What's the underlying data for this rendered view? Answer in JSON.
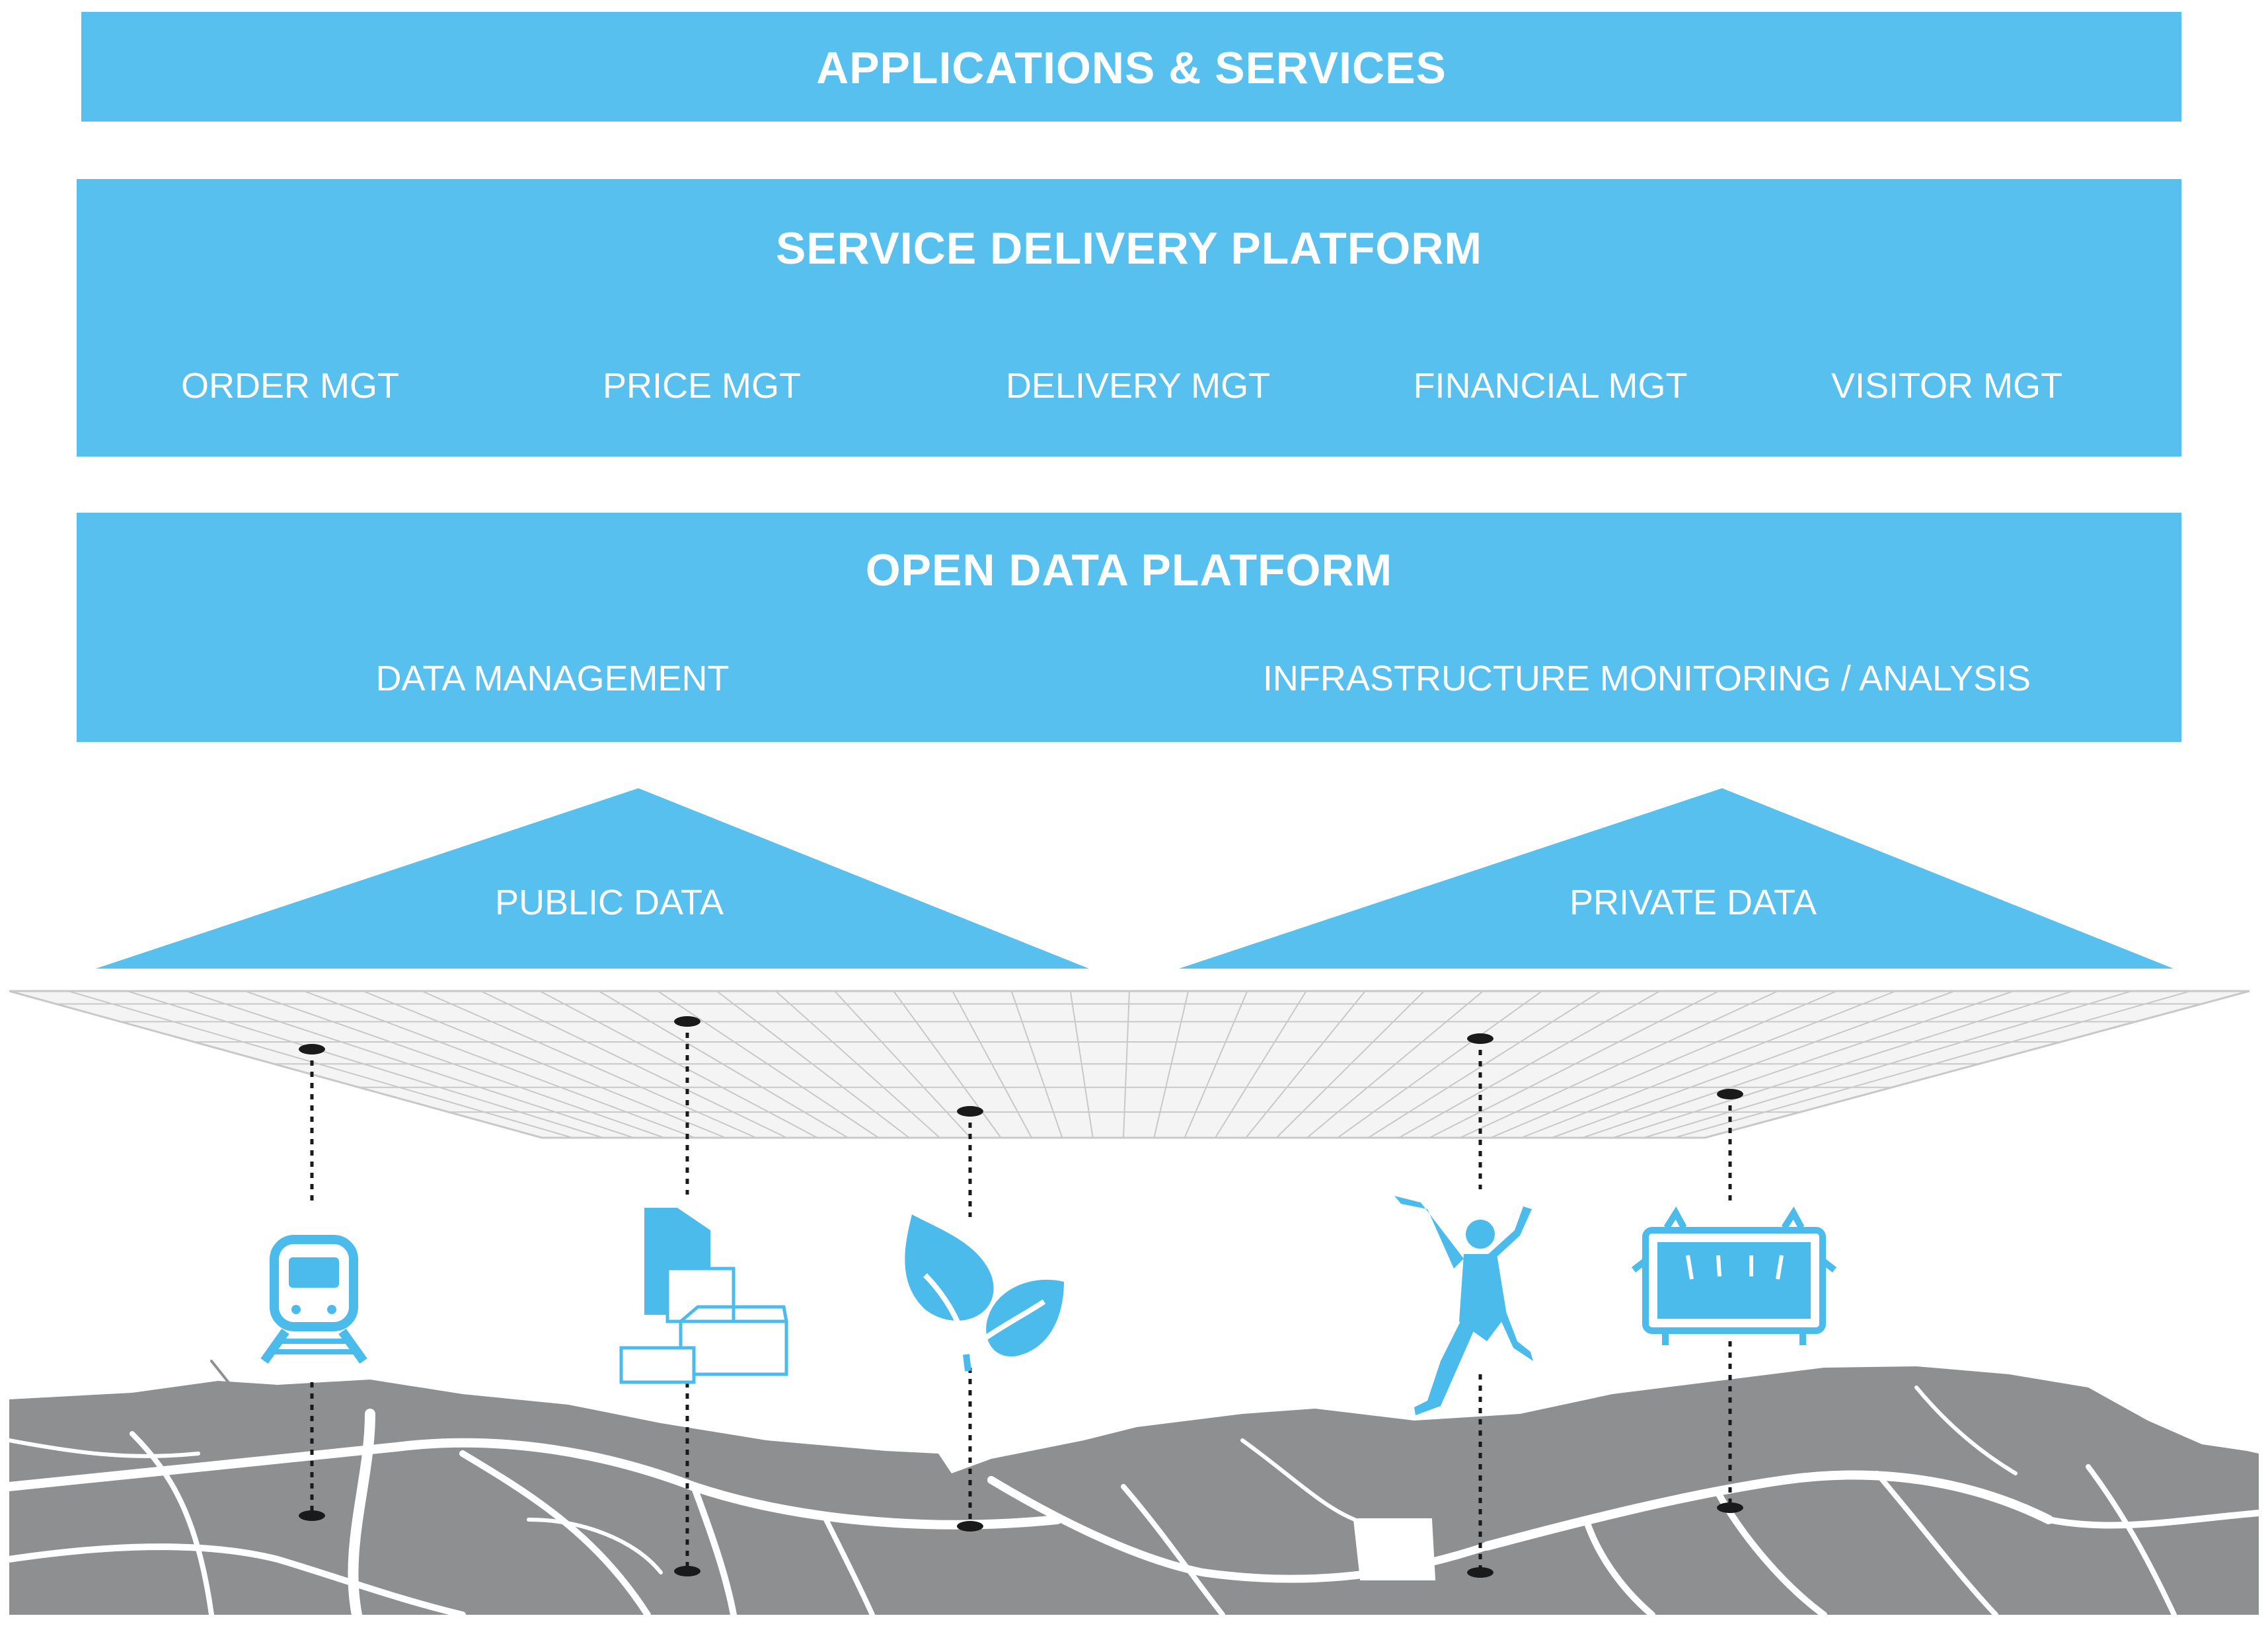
{
  "layers": {
    "applications": {
      "title": "APPLICATIONS & SERVICES"
    },
    "service_delivery": {
      "title": "SERVICE DELIVERY PLATFORM",
      "items": [
        "ORDER MGT",
        "PRICE MGT",
        "DELIVERY MGT",
        "FINANCIAL MGT",
        "VISITOR MGT"
      ]
    },
    "open_data": {
      "title": "OPEN DATA PLATFORM",
      "items": [
        "DATA MANAGEMENT",
        "INFRASTRUCTURE MONITORING / ANALYSIS"
      ]
    }
  },
  "data_sources": {
    "public": {
      "label": "PUBLIC DATA"
    },
    "private": {
      "label": "PRIVATE DATA"
    }
  },
  "icons": [
    "train-icon",
    "buildings-icon",
    "leaves-icon",
    "jumping-person-icon",
    "billboard-icon"
  ],
  "colors": {
    "accent": "#57c0ee",
    "icon": "#4bbbec",
    "map": "#8e8f91",
    "grid_line": "#c8c8c8",
    "connector": "#1a1a1a"
  }
}
